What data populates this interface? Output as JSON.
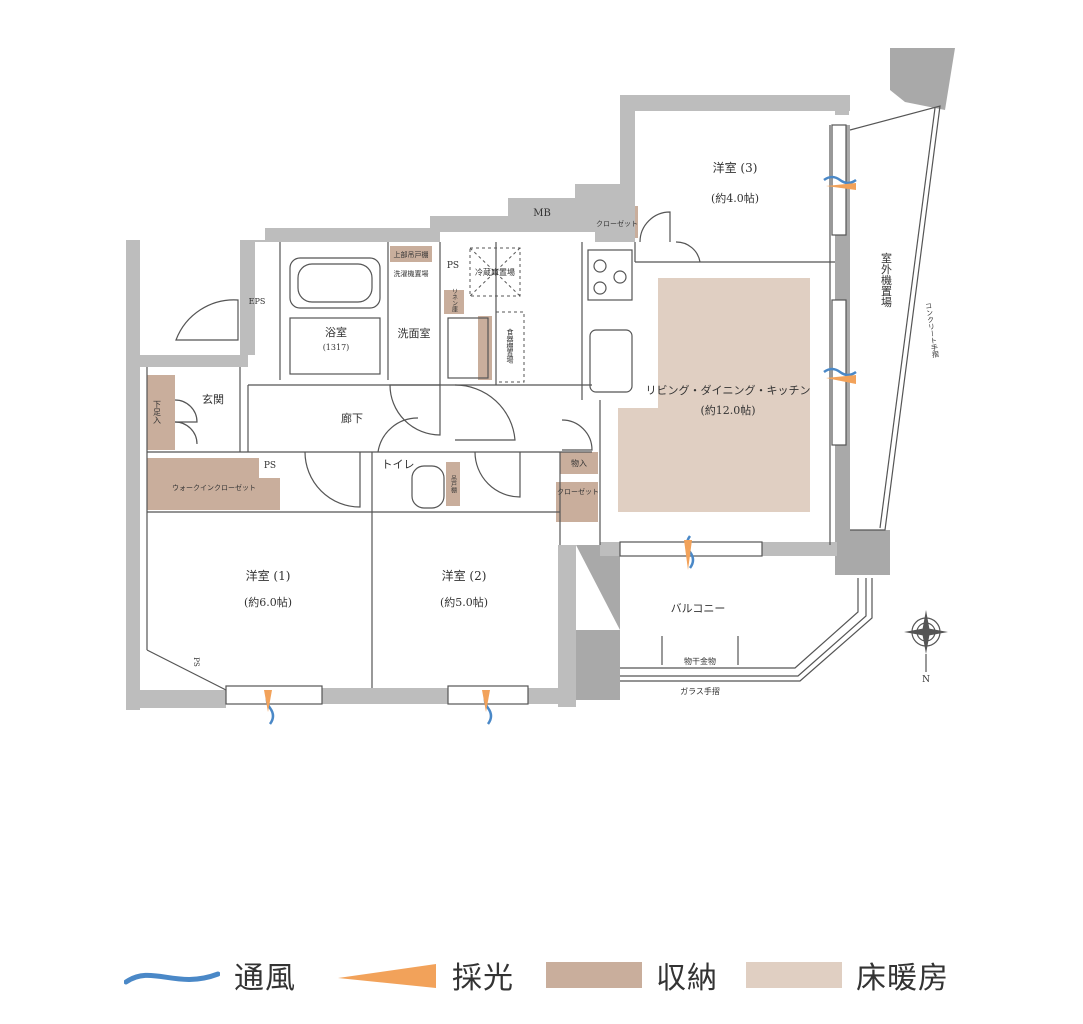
{
  "colors": {
    "wall": "#bdbdbd",
    "wall_dark": "#a9a9a9",
    "storage": "#c9ae9c",
    "floor_heating": "#e0cfc2",
    "ventilation": "#4a88c7",
    "daylight": "#f2a25a",
    "line": "#555555"
  },
  "rooms": {
    "western3": {
      "name": "洋室 (3)",
      "size": "(約4.0帖)"
    },
    "ldk": {
      "name": "リビング・ダイニング・キッチン",
      "size": "(約12.0帖)"
    },
    "western1": {
      "name": "洋室 (1)",
      "size": "(約6.0帖)"
    },
    "western2": {
      "name": "洋室 (2)",
      "size": "(約5.0帖)"
    },
    "bath": {
      "name": "浴室",
      "size": "(1317)"
    },
    "washroom": "洗面室",
    "corridor": "廊下",
    "entrance": "玄関",
    "toilet": "トイレ",
    "balcony": "バルコニー",
    "outdoor_unit": "室外機置場"
  },
  "labels": {
    "mb": "MB",
    "eps": "EPS",
    "ps1": "PS",
    "ps2": "PS",
    "ps3": "PS",
    "closet3": "クローゼット",
    "closet2": "クローゼット",
    "walkin": "ウォークインクローゼット",
    "shoe_box": "下足入",
    "upper_shelf": "上部吊戸棚",
    "washer": "洗濯機置場",
    "linen": "リネン庫",
    "fridge": "冷蔵庫置場",
    "cupboard": "食器棚置場",
    "storage_small": "物入",
    "toilet_shelf": "吊戸棚",
    "laundry_pole": "物干金物",
    "glass_rail": "ガラス手摺",
    "concrete_rail": "コンクリート手摺",
    "compass_n": "N"
  },
  "legend": [
    {
      "label": "通風",
      "icon": "ventilation-wave",
      "color": "#4a88c7"
    },
    {
      "label": "採光",
      "icon": "daylight-wedge",
      "color": "#f2a25a"
    },
    {
      "label": "収納",
      "icon": "storage-swatch",
      "color": "#c9ae9c"
    },
    {
      "label": "床暖房",
      "icon": "floor-heating-swatch",
      "color": "#e0cfc2"
    }
  ]
}
